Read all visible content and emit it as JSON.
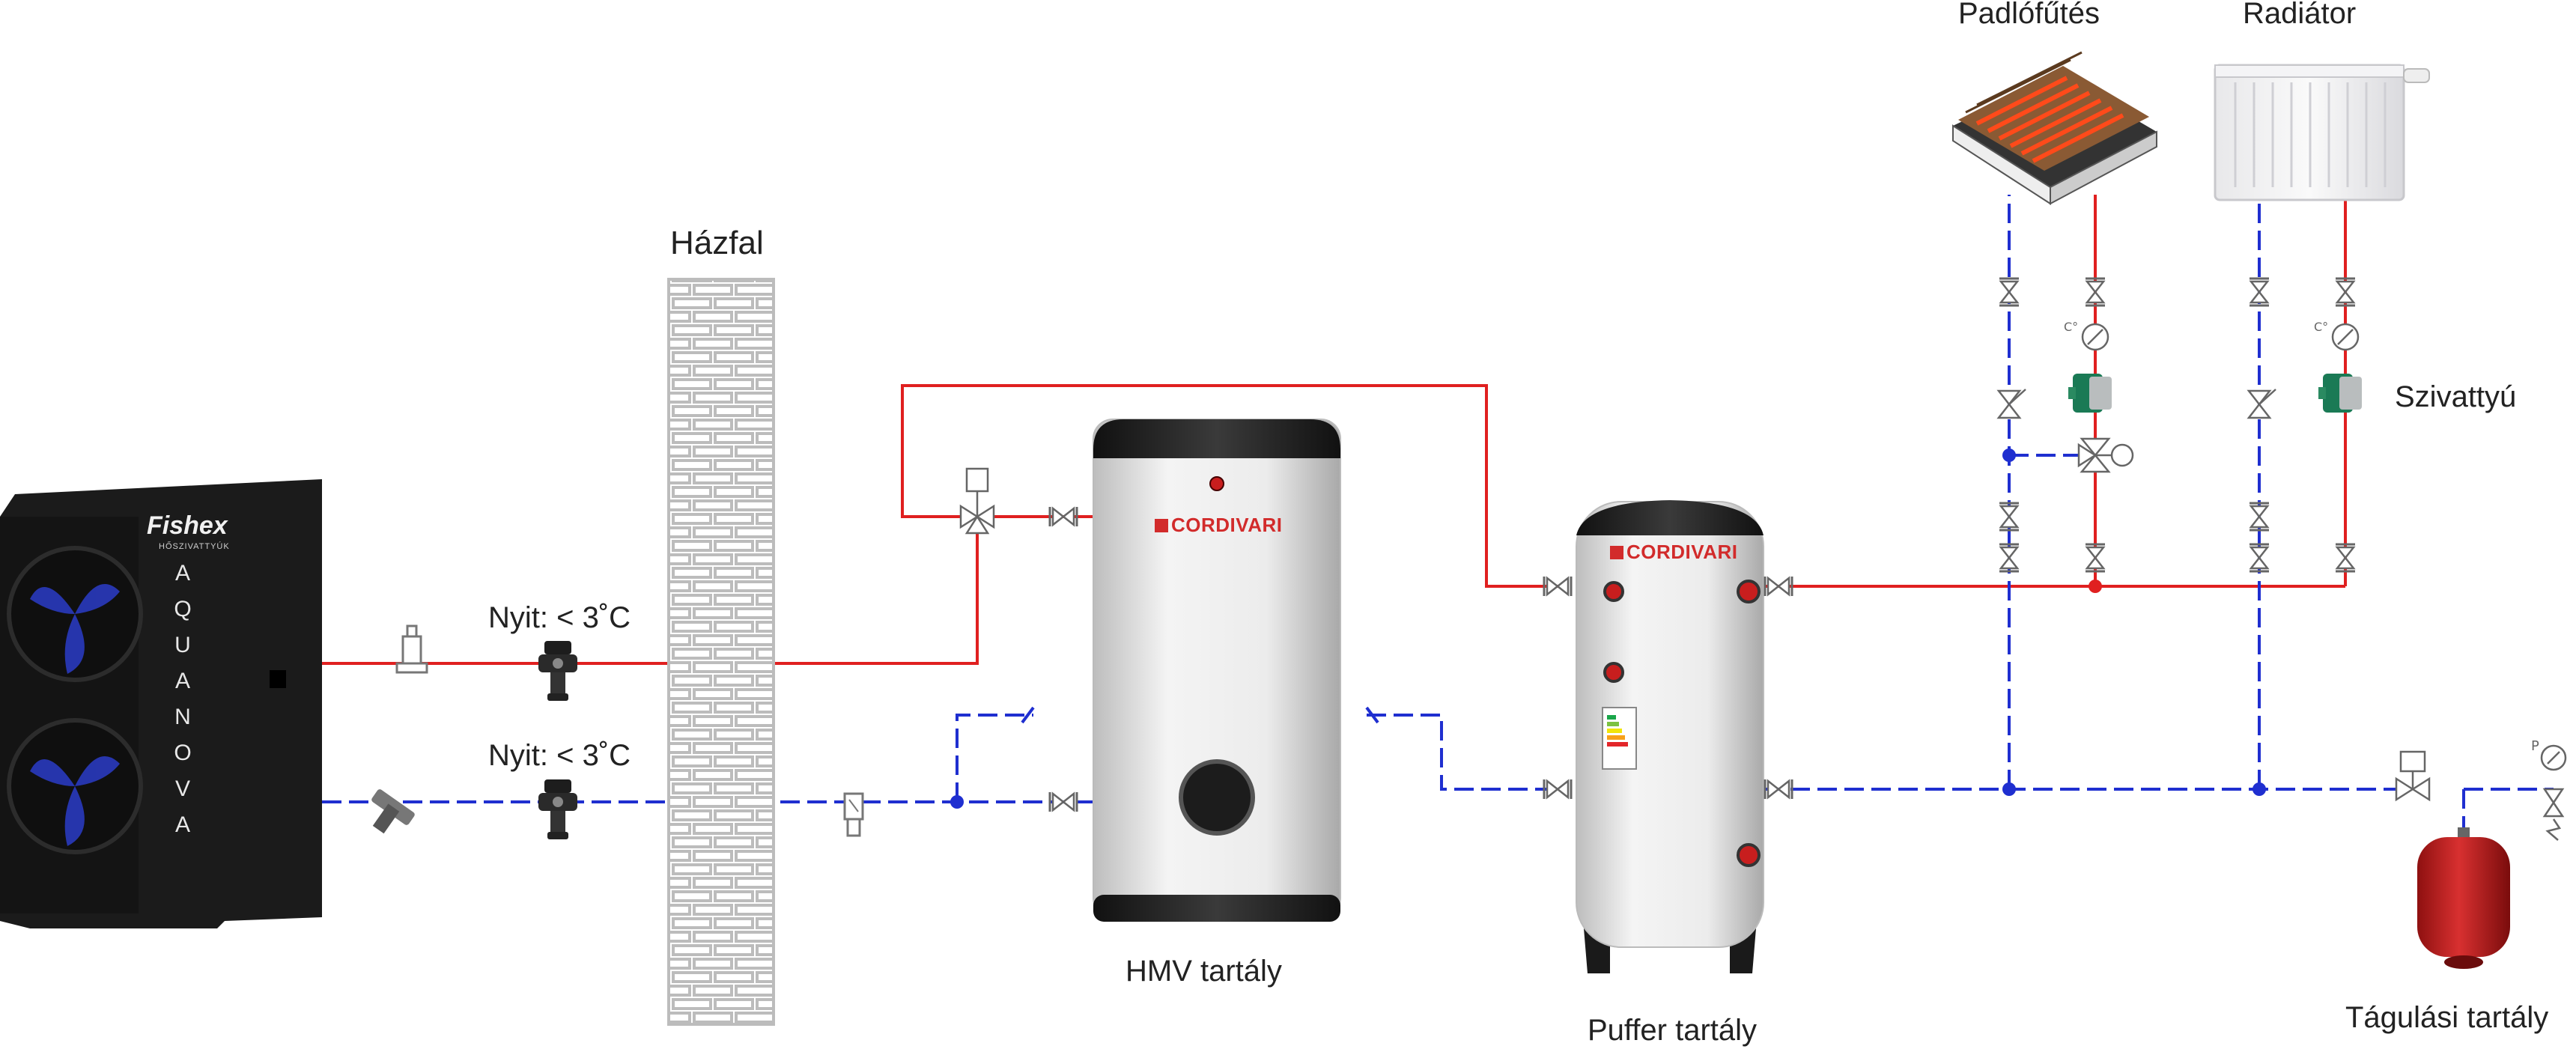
{
  "labels": {
    "wall": "Házfal",
    "floor_heating": "Padlófűtés",
    "radiator": "Radiátor",
    "pump": "Szivattyú",
    "hmv_tank": "HMV tartály",
    "buffer_tank": "Puffer tartály",
    "expansion_tank": "Tágulási tartály",
    "frost_valve_top": "Nyit: < 3˚C",
    "frost_valve_bottom": "Nyit: < 3˚C"
  },
  "heat_pump": {
    "brand": "Fishex",
    "sub_brand": "HŐSZIVATTYÚK",
    "model": "AQUANOVA"
  },
  "tank_brand": "CORDIVARI",
  "colors": {
    "supply": "#e02020",
    "return": "#1f2fd0",
    "wall_brick": "#d9d9d9",
    "tank_body": "#e6e6e6",
    "tank_cap": "#2b2b2b",
    "expansion": "#c81e1e"
  }
}
